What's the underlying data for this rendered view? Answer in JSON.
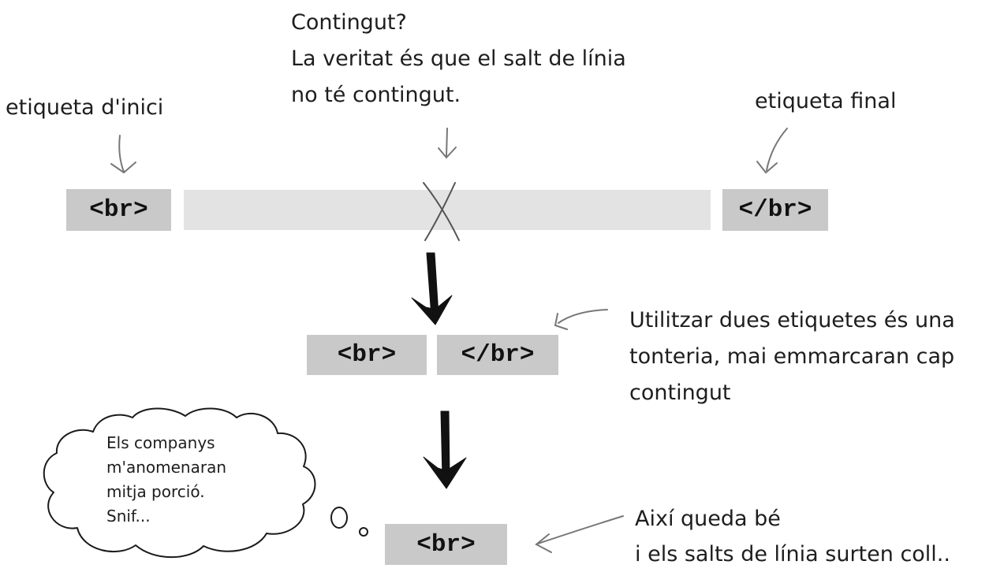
{
  "content_question": {
    "line1": "Contingut?",
    "line2": "La veritat és que el salt de línia",
    "line3": "no té contingut."
  },
  "start_tag_label": "etiqueta d'inici",
  "end_tag_label": "etiqueta final",
  "tags": {
    "open_top": "<br>",
    "close_top": "</br>",
    "open_middle": "<br>",
    "close_middle": "</br>",
    "bottom": "<br>"
  },
  "middle_comment": {
    "line1": "Utilitzar dues etiquetes és una",
    "line2": "tonteria, mai emmarcaran cap",
    "line3": "contingut"
  },
  "bottom_comment": {
    "line1": "Així queda bé",
    "line2": "i els salts de línia surten coll.."
  },
  "thought_bubble": {
    "line1": "Els companys",
    "line2": "m'anomenaran",
    "line3": "mitja porció.",
    "line4": "Snif..."
  },
  "colors": {
    "tag_background": "#c9c9c9",
    "content_bar": "#e3e3e3",
    "pencil": "#777777",
    "arrow": "#111111"
  }
}
